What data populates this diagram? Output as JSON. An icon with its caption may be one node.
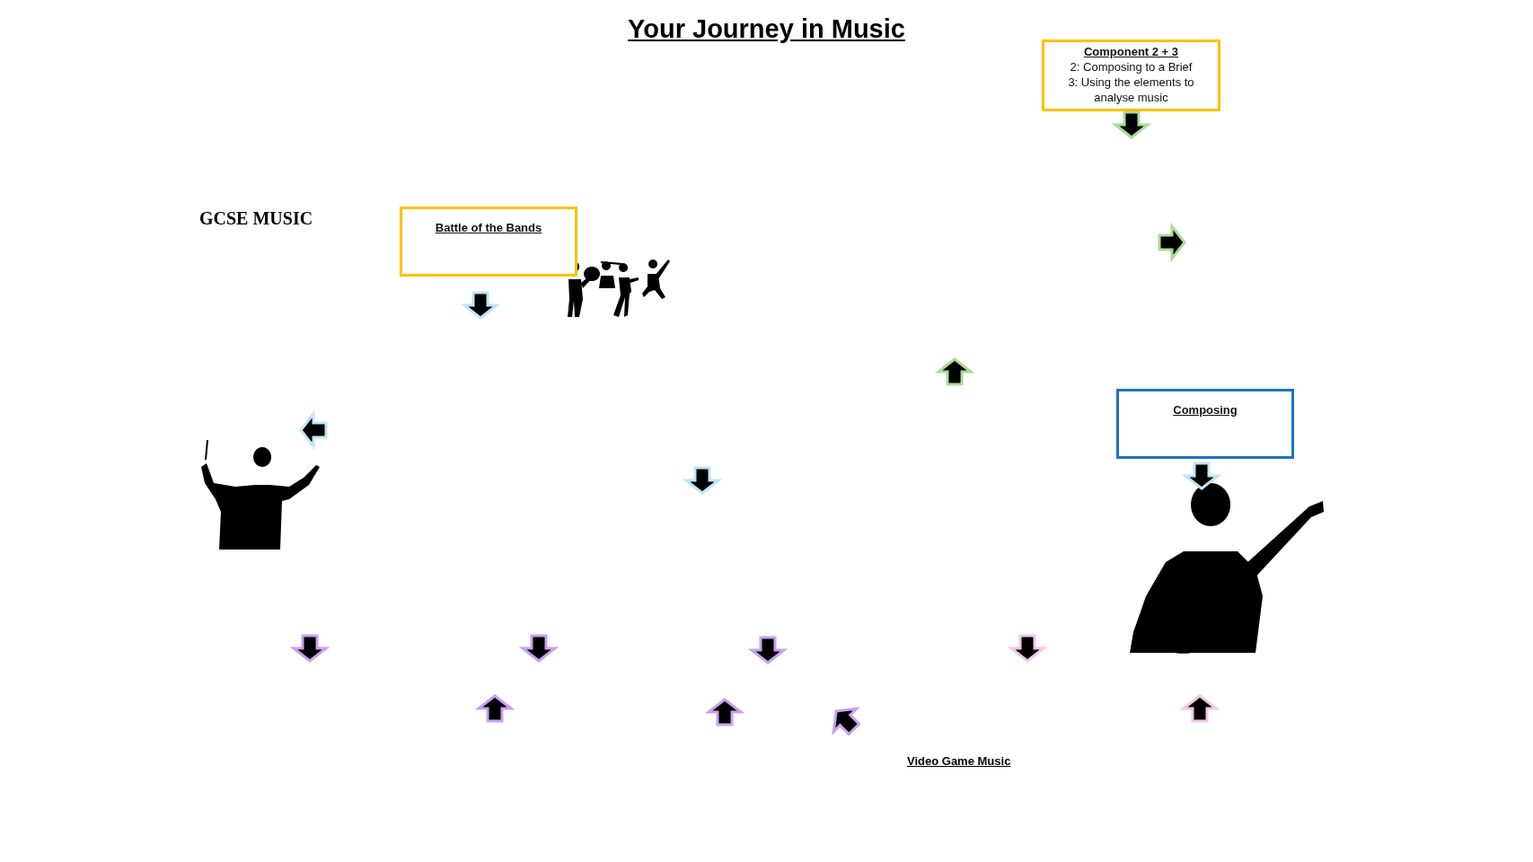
{
  "diagram": {
    "title": "Your Journey in Music",
    "nodes": [
      {
        "text": [
          "Component 2 + 3",
          "2: Composing to a Brief",
          "3: Using the elements to analyse music"
        ]
      },
      {
        "text": [
          "Battle of the Bands"
        ]
      },
      {
        "text": [
          "Composing"
        ]
      }
    ],
    "labels": [
      "GCSE MUSIC",
      "Video Game Music"
    ]
  }
}
